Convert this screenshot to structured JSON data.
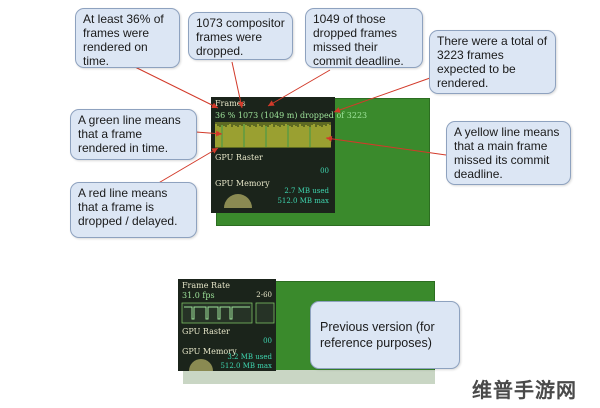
{
  "callouts": {
    "frames_rendered": "At least 36% of frames were rendered on time.",
    "compositor_dropped": "1073 compositor frames were dropped.",
    "dropped_missed": "1049 of those dropped frames missed their commit deadline.",
    "total_expected": "There were a total of 3223 frames expected to be rendered.",
    "green_line": "A green line means that a frame rendered in time.",
    "yellow_line": "A yellow line means that a main frame missed its commit deadline.",
    "red_line": "A red line means that a frame is dropped / delayed.",
    "previous_version": "Previous version (for reference purposes)"
  },
  "hud_new": {
    "title": "Frames",
    "stat": "36 %   1073 (1049 m) dropped of 3223",
    "gpu_raster": "GPU Raster",
    "gpu_raster_value": "00",
    "gpu_memory": "GPU Memory",
    "mem_used": "2.7 MB used",
    "mem_max": "512.0 MB max"
  },
  "hud_old": {
    "title": "Frame Rate",
    "fps": "31.0 fps",
    "range": "2-60",
    "gpu_raster": "GPU Raster",
    "gpu_raster_value": "00",
    "gpu_memory": "GPU Memory",
    "mem_used": "3.2 MB used",
    "mem_max": "512.0 MB max"
  },
  "watermark": "维普手游网",
  "colors": {
    "callout_bg": "#dce6f4",
    "page_green": "#3a8a2c",
    "hud_bg": "#1b241b",
    "bar_yellow": "#c8c83a",
    "arrow_red": "#d23a2a"
  }
}
